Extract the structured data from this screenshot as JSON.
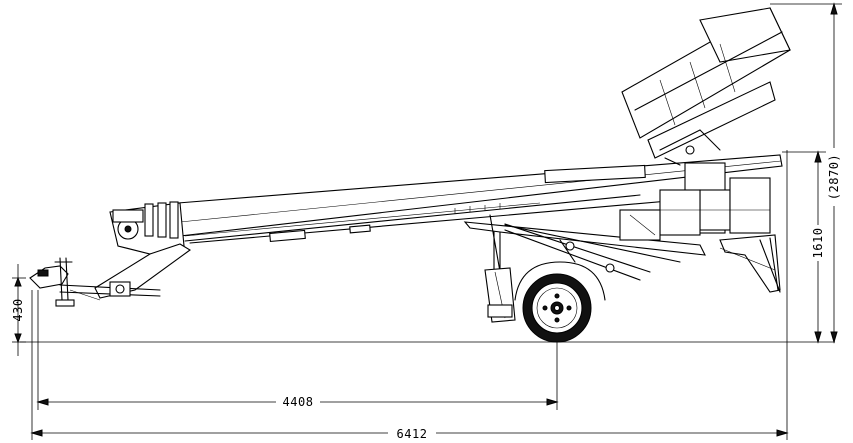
{
  "drawing": {
    "dimensions": {
      "overall_length": "6412",
      "wheel_to_hitch": "4408",
      "hitch_height": "430",
      "body_height": "1610",
      "overall_height": "(2870)"
    }
  }
}
